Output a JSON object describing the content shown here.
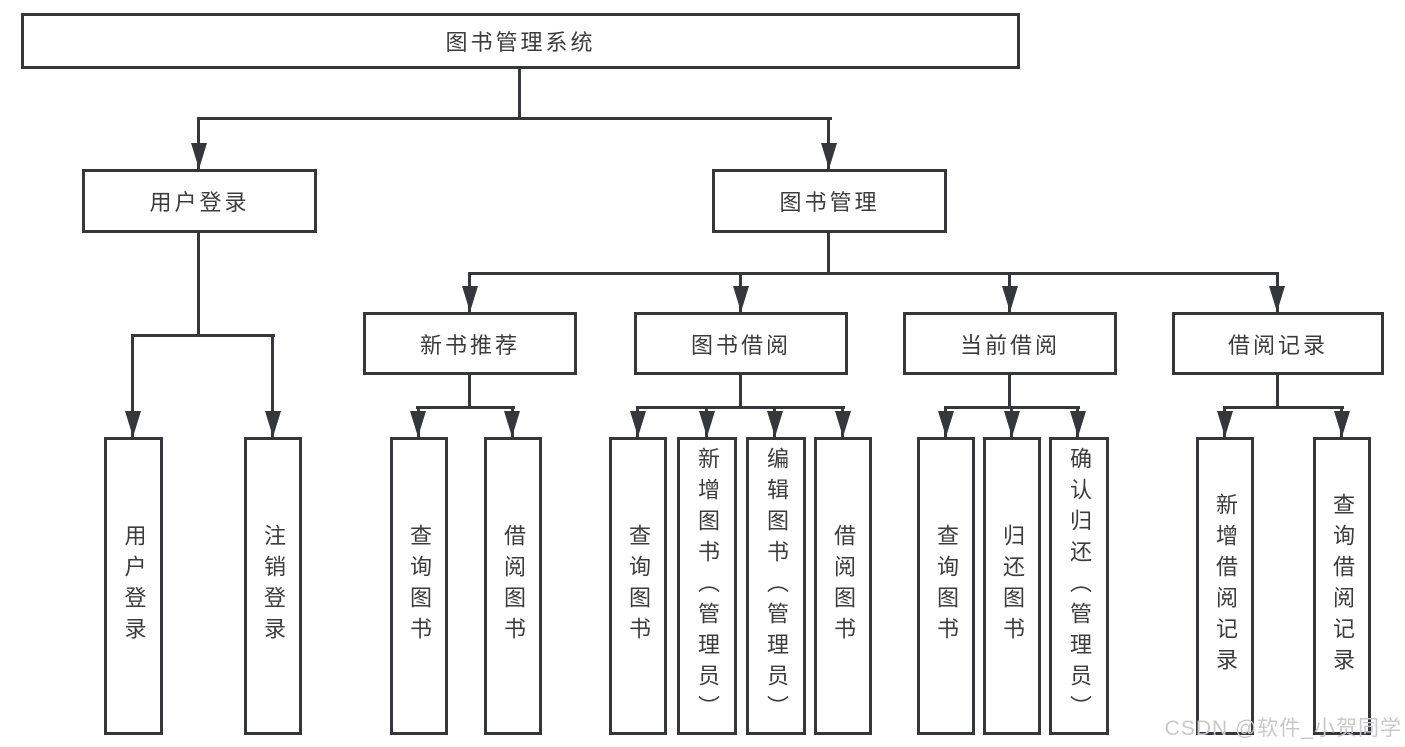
{
  "diagram": {
    "title": "图书管理系统",
    "level2": {
      "user_login": "用户登录",
      "book_mgmt": "图书管理"
    },
    "level3": {
      "new_books": "新书推荐",
      "book_borrow": "图书借阅",
      "current_borrow": "当前借阅",
      "borrow_records": "借阅记录"
    },
    "leaves": {
      "user_login": "用户登录",
      "logout": "注销登录",
      "nb_query": "查询图书",
      "nb_borrow": "借阅图书",
      "bb_query": "查询图书",
      "bb_add": "新增图书（管理员）",
      "bb_edit": "编辑图书（管理员）",
      "bb_borrow": "借阅图书",
      "cb_query": "查询图书",
      "cb_return": "归还图书",
      "cb_confirm": "确认归还（管理员）",
      "br_add": "新增借阅记录",
      "br_query": "查询借阅记录"
    },
    "colors": {
      "line": "#35373b",
      "text": "#3c3c3c",
      "watermark": "#c9c9c9",
      "background": "#ffffff"
    }
  },
  "watermark": {
    "text": "CSDN @软件_小贺同学"
  }
}
